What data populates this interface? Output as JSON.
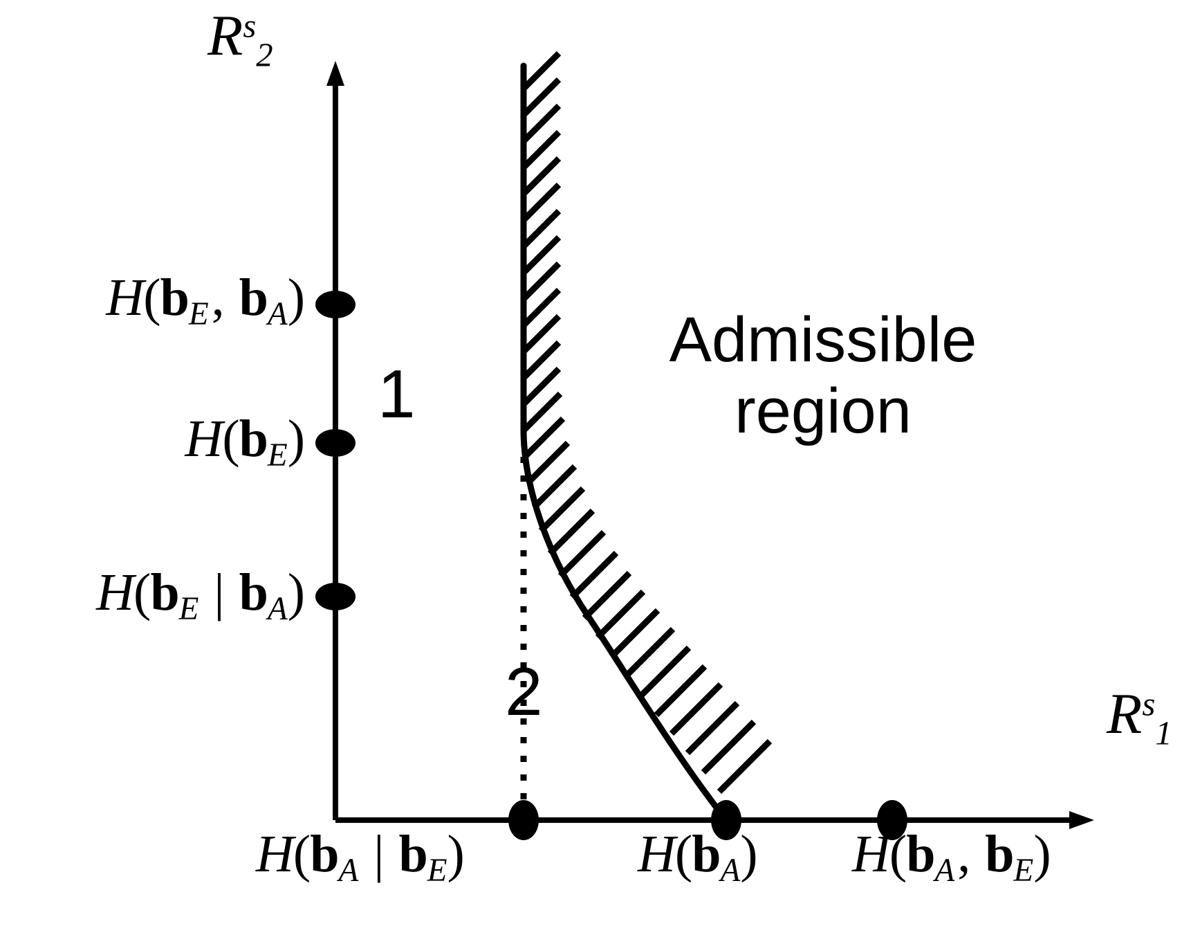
{
  "figure": {
    "kind": "rate-region-diagram",
    "background_color": "#ffffff",
    "ink_color": "#000000",
    "axes": {
      "x_axis_label": "R1s",
      "y_axis_label": "R2s",
      "x_axis_label_parts": {
        "base": "R",
        "sub": "1",
        "sup": "s"
      },
      "y_axis_label_parts": {
        "base": "R",
        "sub": "2",
        "sup": "s"
      }
    },
    "y_ticks": [
      {
        "id": "y-tick-he-ba",
        "label_plain": "H(bE, bA)",
        "H": "H",
        "open": "(",
        "b1": "b",
        "s1": "E",
        "sep": ", ",
        "b2": "b",
        "s2": "A",
        "close": ")"
      },
      {
        "id": "y-tick-he",
        "label_plain": "H(bE)",
        "H": "H",
        "open": "(",
        "b1": "b",
        "s1": "E",
        "sep": "",
        "b2": "",
        "s2": "",
        "close": ")"
      },
      {
        "id": "y-tick-he-given-ba",
        "label_plain": "H(bE | bA)",
        "H": "H",
        "open": "(",
        "b1": "b",
        "s1": "E",
        "sep": " | ",
        "b2": "b",
        "s2": "A",
        "close": ")"
      }
    ],
    "x_ticks": [
      {
        "id": "x-tick-ba-given-be",
        "label_plain": "H(bA | bE)",
        "H": "H",
        "open": "(",
        "b1": "b",
        "s1": "A",
        "sep": " | ",
        "b2": "b",
        "s2": "E",
        "close": ")"
      },
      {
        "id": "x-tick-ba",
        "label_plain": "H(bA)",
        "H": "H",
        "open": "(",
        "b1": "b",
        "s1": "A",
        "sep": "",
        "b2": "",
        "s2": "",
        "close": ")"
      },
      {
        "id": "x-tick-ba-be",
        "label_plain": "H(bA, bE)",
        "H": "H",
        "open": "(",
        "b1": "b",
        "s1": "A",
        "sep": ", ",
        "b2": "b",
        "s2": "E",
        "close": ")"
      }
    ],
    "annotations": {
      "admissible_line1": "Admissible",
      "admissible_line2": "region",
      "region_1": "1",
      "region_2": "2"
    }
  },
  "chart_data": {
    "type": "line",
    "title": "",
    "xlabel": "R1s",
    "ylabel": "R2s",
    "xlim": [
      0,
      1709
    ],
    "ylim": [
      0,
      1338
    ],
    "grid": false,
    "legend": null,
    "annotations": [
      {
        "text": "Admissible region",
        "x": 1190,
        "y": 545
      },
      {
        "text": "1",
        "x": 590,
        "y": 580
      },
      {
        "text": "2",
        "x": 775,
        "y": 1010
      }
    ],
    "y_tick_values": [
      "H(bE, bA)",
      "H(bE)",
      "H(bE | bA)"
    ],
    "x_tick_values": [
      "H(bA | bE)",
      "H(bA)",
      "H(bA, bE)"
    ],
    "series": [
      {
        "name": "boundary-curve",
        "style": "solid",
        "description": "Hyperbola-like boundary of admissible region; vertical asymptote at x = H(bA | bE), meets x-axis at x = H(bA). Hatching on the upper-right (admissible) side.",
        "points": [
          [
            757,
            95
          ],
          [
            757,
            300
          ],
          [
            757,
            500
          ],
          [
            758,
            640
          ],
          [
            762,
            700
          ],
          [
            772,
            740
          ],
          [
            790,
            790
          ],
          [
            812,
            835
          ],
          [
            840,
            880
          ],
          [
            872,
            920
          ],
          [
            908,
            970
          ],
          [
            948,
            1030
          ],
          [
            985,
            1090
          ],
          [
            1018,
            1145
          ],
          [
            1050,
            1185
          ]
        ]
      },
      {
        "name": "asymptote-dotted",
        "style": "dotted",
        "description": "Dotted vertical line from curve down to x-axis at x = H(bA | bE)",
        "points": [
          [
            757,
            640
          ],
          [
            757,
            1185
          ]
        ]
      }
    ]
  }
}
